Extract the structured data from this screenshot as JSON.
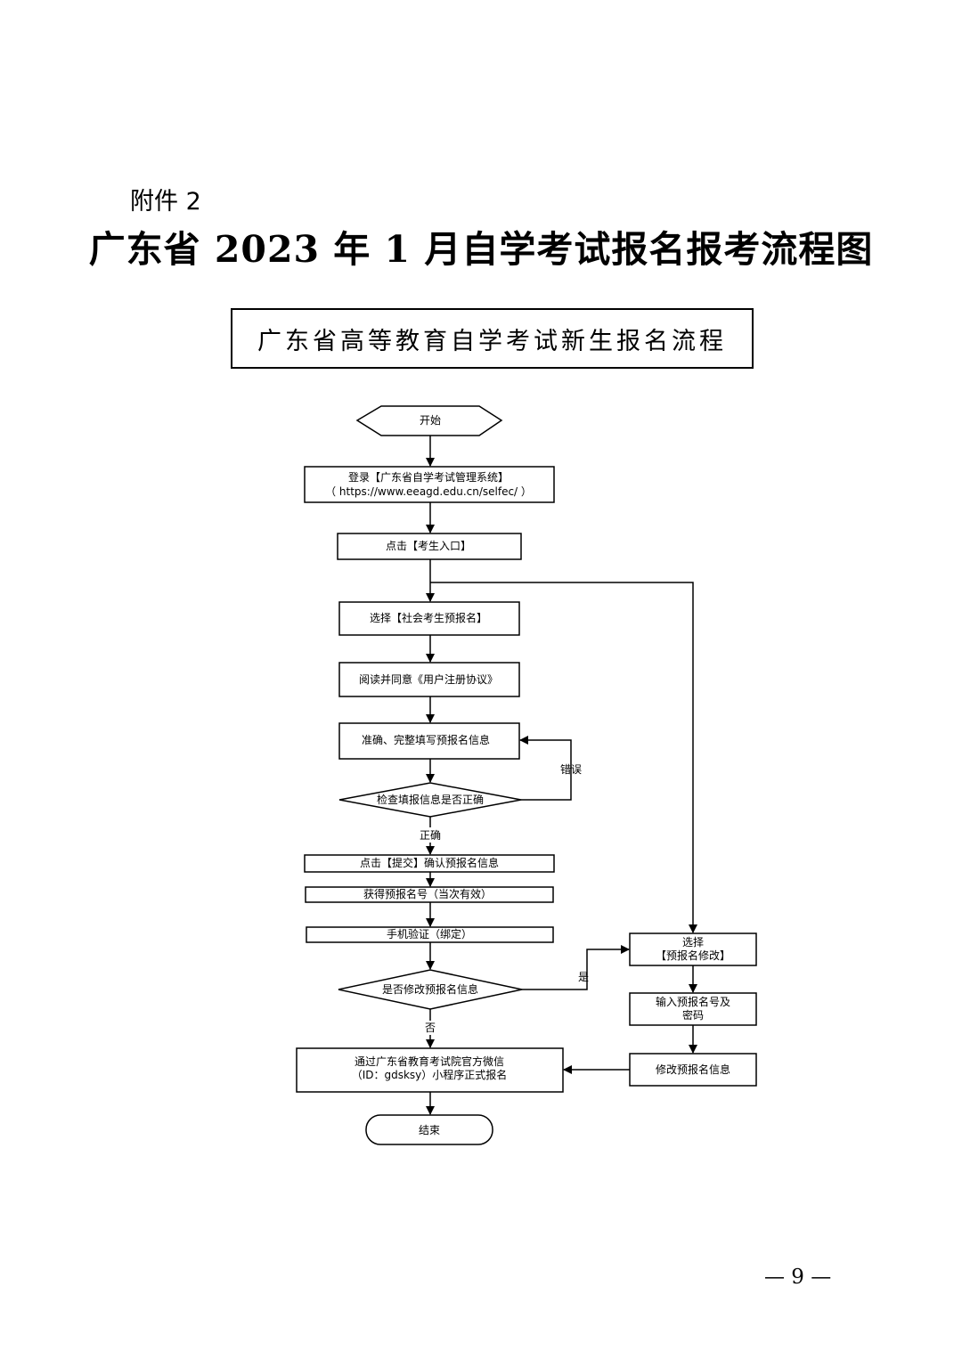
{
  "header": {
    "attachment": "附件 2",
    "title": "广东省 2023 年 1 月自学考试报名报考流程图"
  },
  "flowchart": {
    "heading": "广东省高等教育自学考试新生报名流程",
    "nodes": {
      "start": "开始",
      "login_line1": "登录【广东省自学考试管理系统】",
      "login_line2": "（ https://www.eeagd.edu.cn/selfec/ ）",
      "click_entry": "点击【考生入口】",
      "select_pre": "选择【社会考生预报名】",
      "read_agree": "阅读并同意《用户注册协议》",
      "fill_info": "准确、完整填写预报名信息",
      "check_info": "检查填报信息是否正确",
      "submit": "点击【提交】确认预报名信息",
      "get_number": "获得预报名号（当次有效）",
      "phone_verify": "手机验证（绑定）",
      "modify_q": "是否修改预报名信息",
      "official_line1": "通过广东省教育考试院官方微信",
      "official_line2": "（ID：gdsksy）小程序正式报名",
      "end": "结束",
      "select_mod_line1": "选择",
      "select_mod_line2": "【预报名修改】",
      "input_line1": "输入预报名号及",
      "input_line2": "密码",
      "modify_info": "修改预报名信息"
    },
    "edge_labels": {
      "error": "错误",
      "correct": "正确",
      "yes": "是",
      "no": "否"
    }
  },
  "footer": {
    "page_number": "— 9 —"
  }
}
